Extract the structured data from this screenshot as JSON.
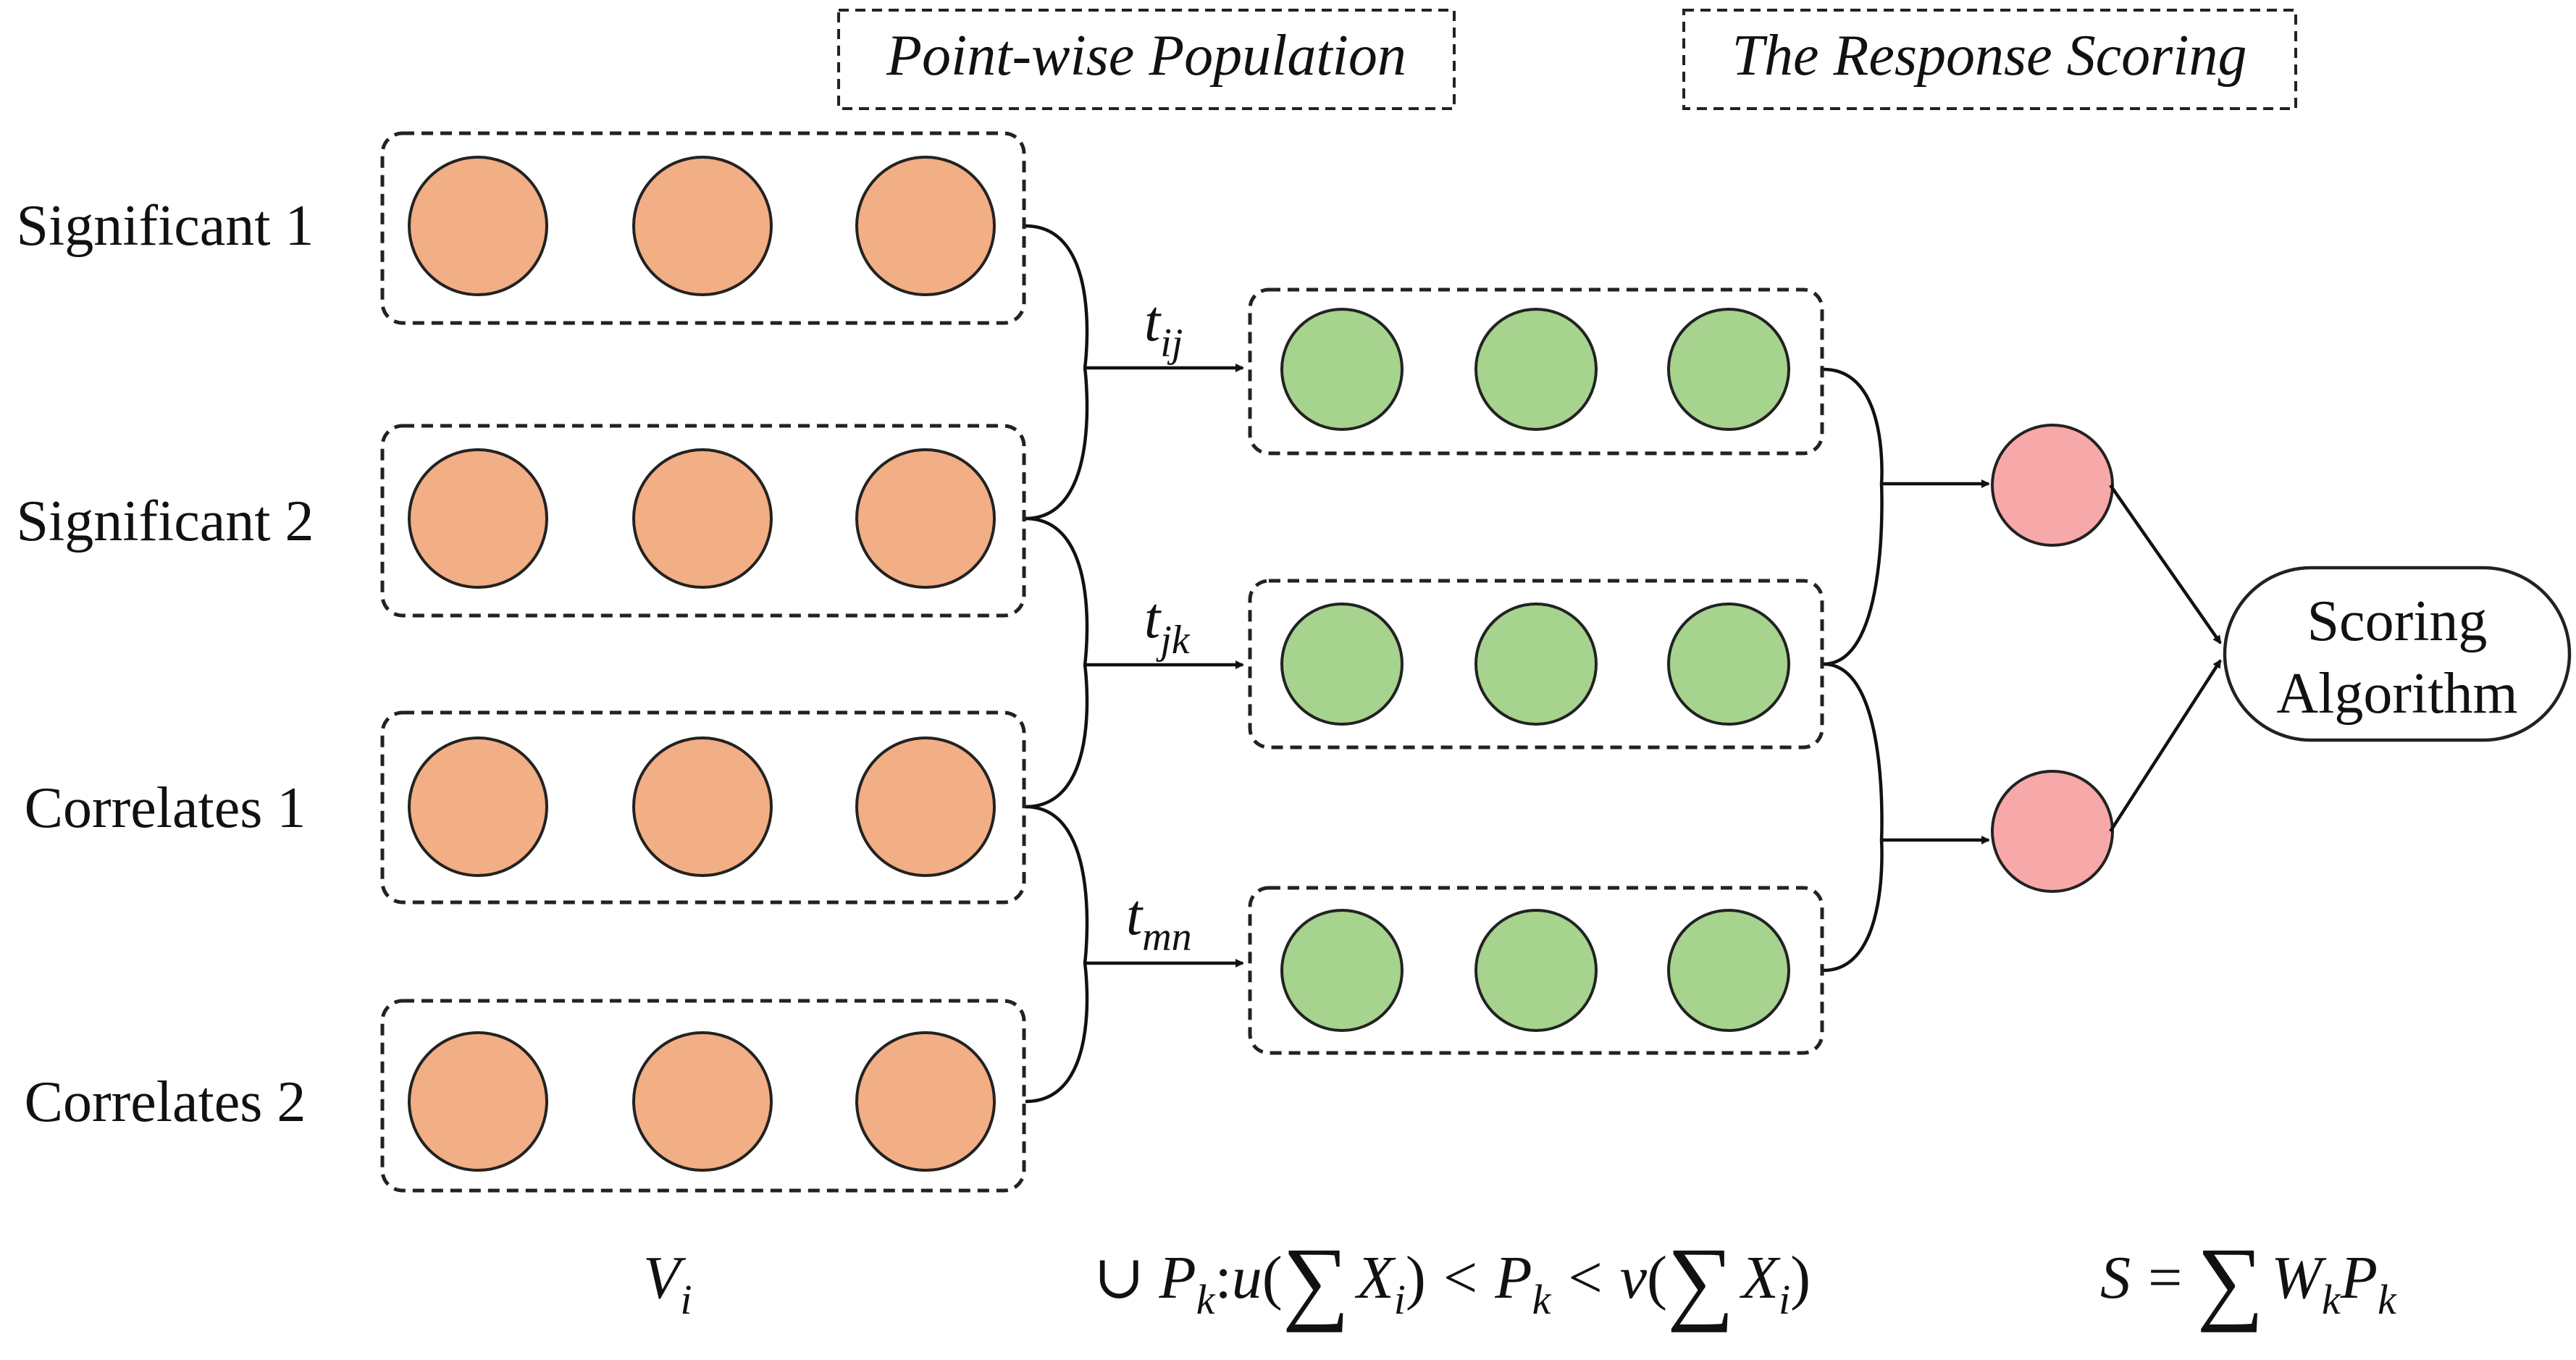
{
  "headers": {
    "population": "Point-wise Population",
    "scoring": "The Response Scoring"
  },
  "rows": [
    {
      "label": "Significant 1"
    },
    {
      "label": "Significant 2"
    },
    {
      "label": "Correlates 1"
    },
    {
      "label": "Correlates 2"
    }
  ],
  "edges": [
    {
      "base": "t",
      "sub": "ij"
    },
    {
      "base": "t",
      "sub": "jk"
    },
    {
      "base": "t",
      "sub": "mn"
    }
  ],
  "scoring_node": {
    "line1": "Scoring",
    "line2": "Algorithm"
  },
  "formulas": {
    "v": {
      "base": "V",
      "sub": "i"
    },
    "population": {
      "union": "∪",
      "p": "P",
      "k": "k",
      "colon": ":",
      "u": "u",
      "v": "v",
      "open": "(",
      "close": ")",
      "sum": "∑",
      "x": "X",
      "i": "i",
      "lt": "<"
    },
    "score": {
      "s": "S",
      "eq": "=",
      "sum": "∑",
      "w": "W",
      "p": "P",
      "k": "k"
    }
  },
  "colors": {
    "input_node": "#f2ae84",
    "hidden_node": "#a6d38d",
    "output_node": "#f7a9a9",
    "stroke": "#222222"
  }
}
